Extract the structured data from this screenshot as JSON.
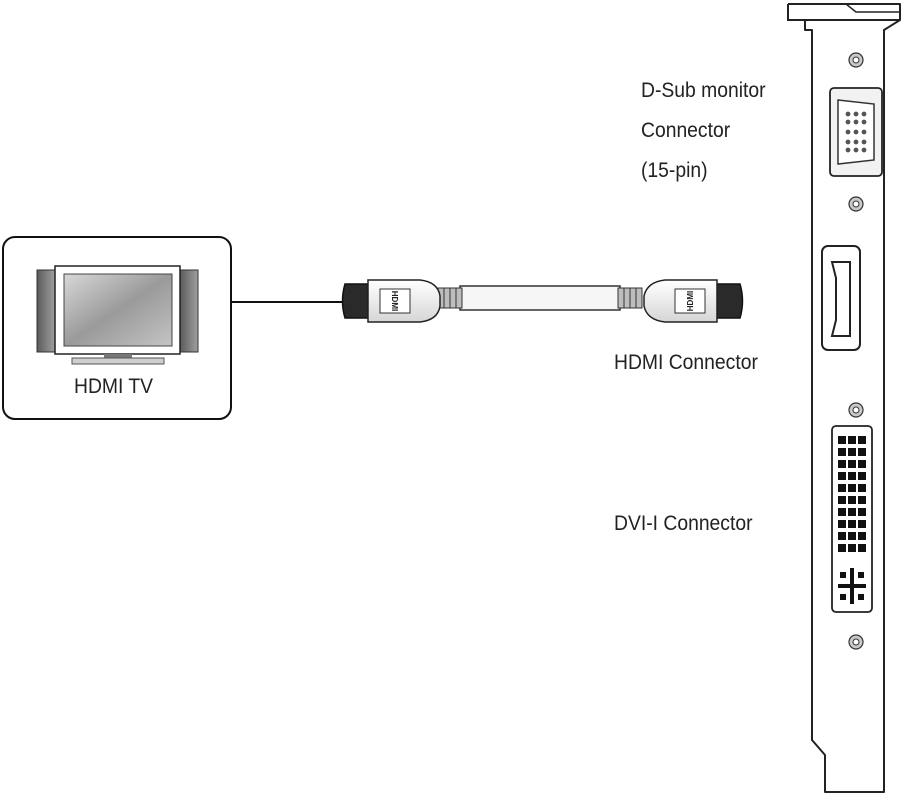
{
  "labels": {
    "tv": "HDMI TV",
    "dsub_line1": "D-Sub monitor",
    "dsub_line2": "Connector",
    "dsub_line3": "(15-pin)",
    "hdmi": "HDMI Connector",
    "dvi": "DVI-I Connector",
    "plug_left": "HDMI",
    "plug_right": "HDMI"
  }
}
